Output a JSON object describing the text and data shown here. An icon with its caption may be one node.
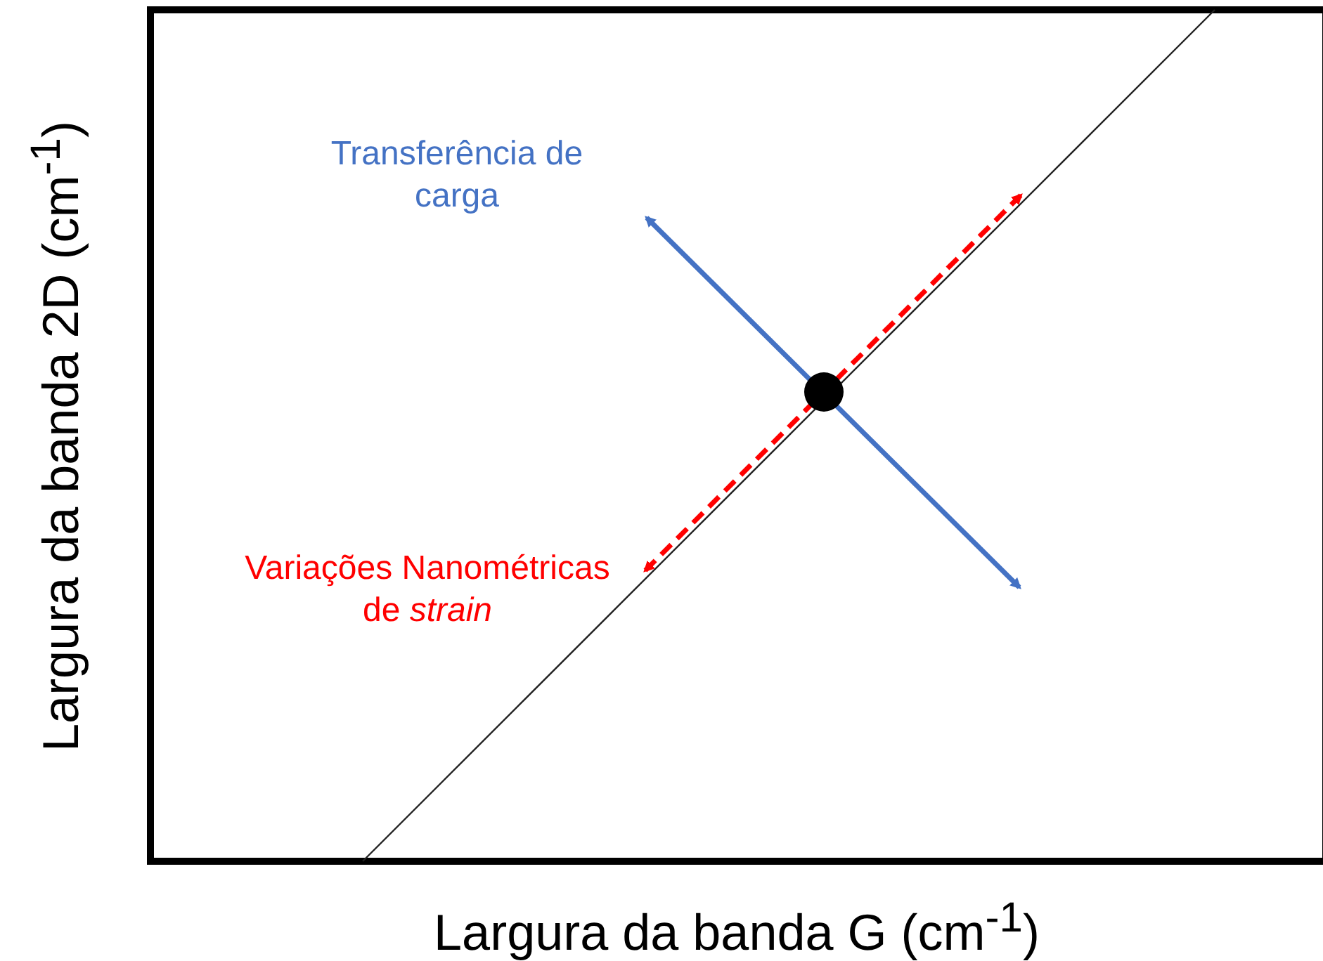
{
  "diagram": {
    "labels": [
      "Largura da banda 2D (cm$^{-1}$)",
      "Transferência de carga",
      "Variações Nanométricas de *strain*",
      "Largura da banda G (cm$^{-1}$)"
    ]
  }
}
